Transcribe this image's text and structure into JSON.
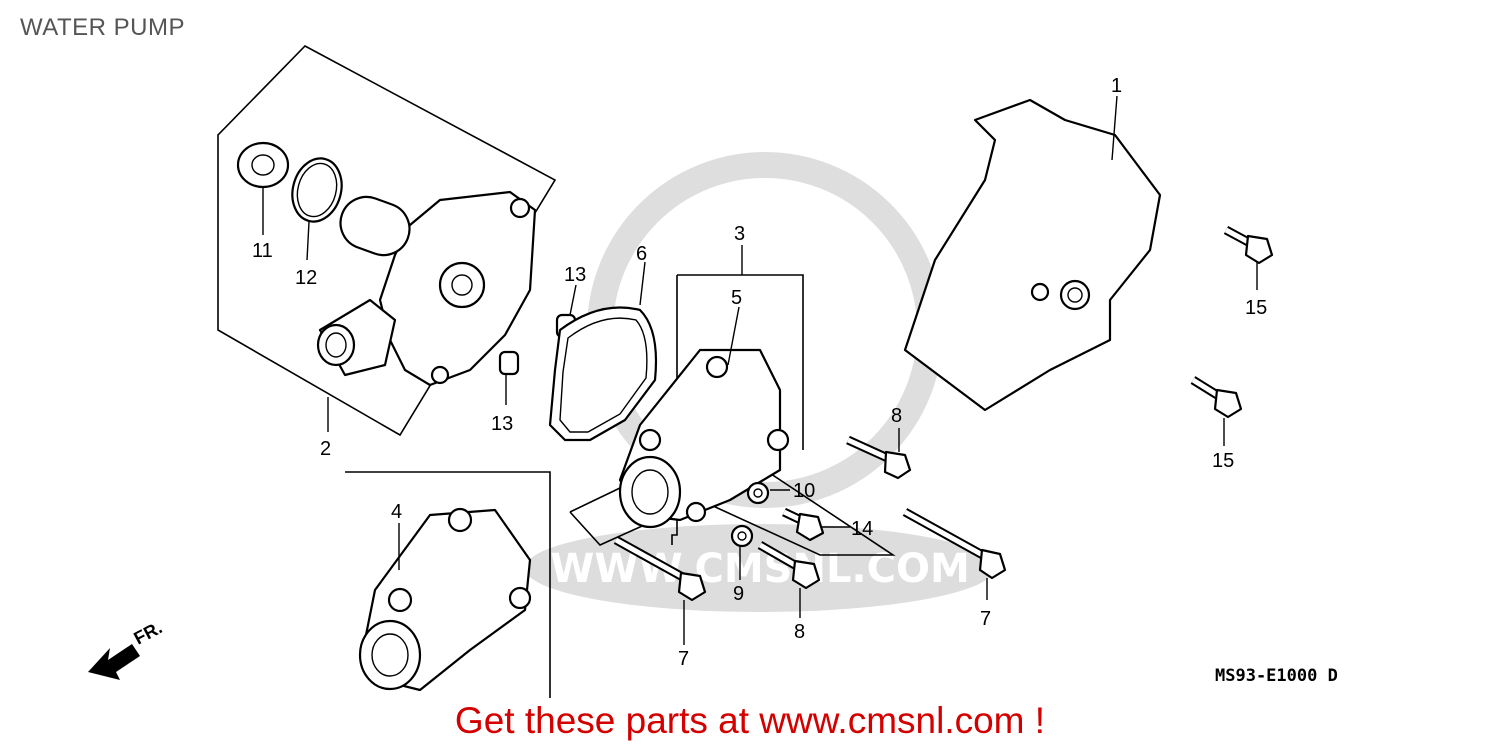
{
  "title": "WATER PUMP",
  "footer": "Get these parts at www.cmsnl.com !",
  "diagram_code": "MS93-E1000",
  "diagram_code_suffix": "D",
  "watermark_text": "WWW.CMSNL.COM",
  "front_label": "FR.",
  "callouts": [
    "1",
    "2",
    "3",
    "4",
    "5",
    "6",
    "7",
    "7",
    "8",
    "8",
    "9",
    "10",
    "11",
    "12",
    "13",
    "13",
    "14",
    "15",
    "15"
  ]
}
